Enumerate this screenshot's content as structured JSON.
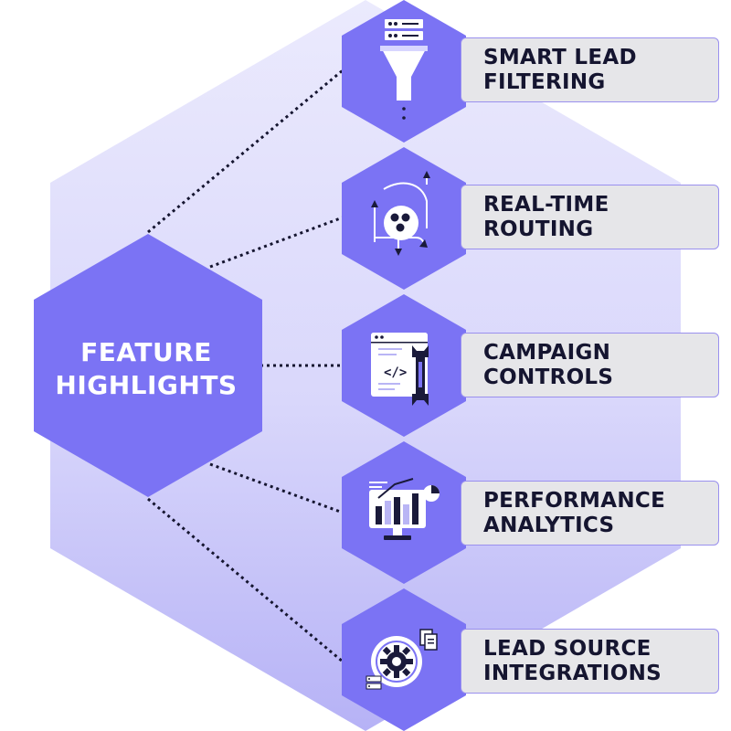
{
  "center": {
    "title_line1": "FEATURE",
    "title_line2": "HIGHLIGHTS"
  },
  "features": [
    {
      "line1": "SMART LEAD",
      "line2": "FILTERING",
      "icon": "funnel-server-icon"
    },
    {
      "line1": "REAL-TIME",
      "line2": "ROUTING",
      "icon": "routing-arrows-icon"
    },
    {
      "line1": "CAMPAIGN",
      "line2": "CONTROLS",
      "icon": "code-window-wrench-icon"
    },
    {
      "line1": "PERFORMANCE",
      "line2": "ANALYTICS",
      "icon": "analytics-monitor-icon"
    },
    {
      "line1": "LEAD SOURCE",
      "line2": "INTEGRATIONS",
      "icon": "gear-integration-icon"
    }
  ],
  "colors": {
    "hex_fill": "#7b73f4",
    "background_hex_top": "#e9e8fc",
    "background_hex_bottom": "#b7b4f7",
    "label_bg": "#e6e6e9",
    "label_border": "#9a90ee",
    "label_text": "#151530",
    "connector": "#151530"
  }
}
